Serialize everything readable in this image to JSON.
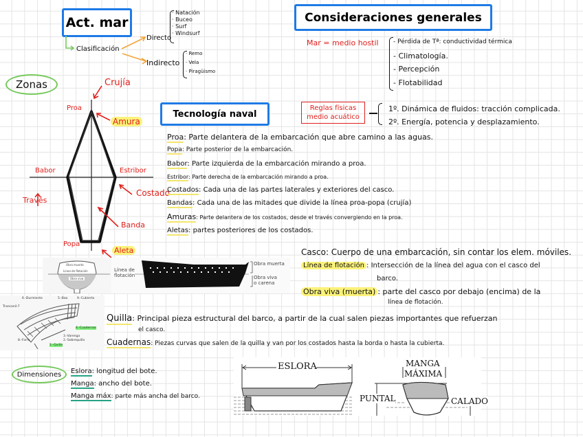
{
  "act_mar": {
    "title": "Act. mar",
    "clasificacion": "Clasificación",
    "directo": {
      "label": "Directo",
      "items": [
        "· Natación",
        "· Buceo",
        "· Surf",
        "· Windsurf"
      ]
    },
    "indirecto": {
      "label": "Indirecto",
      "items": [
        "· Remo",
        "· Vela",
        "· Piragüismo"
      ]
    }
  },
  "consideraciones": {
    "title": "Consideraciones generales",
    "mar_label": "Mar = medio hostil",
    "items": [
      "- Pérdida de Tª: conductividad térmica",
      "- Climatología.",
      "- Percepción",
      "- Flotabilidad"
    ],
    "reglas_label_1": "Reglas físicas",
    "reglas_label_2": "medio acuático",
    "reglas": [
      "1º. Dinámica de fluidos: tracción complicada.",
      "2º. Energía, potencia y desplazamiento."
    ]
  },
  "zonas": {
    "label": "Zonas",
    "diagram_labels": {
      "crujia": "Crujía",
      "proa": "Proa",
      "amura": "Amura",
      "babor": "Babor",
      "estribor": "Estribor",
      "traves": "Través",
      "costado": "Costado",
      "banda": "Banda",
      "popa": "Popa",
      "aleta": "Aleta"
    }
  },
  "tecnologia": {
    "title": "Tecnología naval",
    "definitions": [
      {
        "term": "Proa",
        "text": ": Parte delantera de la embarcación que abre camino a las aguas."
      },
      {
        "term": "Popa",
        "text": ": Parte posterior de la embarcación."
      },
      {
        "term": "Babor",
        "text": ": Parte izquierda de la embarcación mirando a proa."
      },
      {
        "term": "Estribor",
        "text": ": Parte derecha de la embarcación mirando a proa."
      },
      {
        "term": "Costados",
        "text": ": Cada una de las partes laterales y exteriores del casco."
      },
      {
        "term": "Bandas",
        "text": ": Cada una de las mitades que divide la línea proa-popa (crujía)"
      },
      {
        "term": "Amuras",
        "text": ": Parte delantera de los costados, desde el través convergiendo en la proa."
      },
      {
        "term": "Aletas",
        "text": ": partes posteriores de los costados."
      }
    ]
  },
  "flotacion_figure": {
    "cross_section": {
      "obra_muerta": "Obra muerta",
      "linea": "Línea de flotación",
      "obra_viva": "Obra viva"
    },
    "side_label_1": "Línea de",
    "side_label_2": "flotación",
    "right_label_1": "Obra muerta",
    "right_label_2": "Obra viva",
    "right_label_3": "o carena"
  },
  "casco": {
    "items": [
      {
        "term": "Casco",
        "text": ": Cuerpo de una embarcación, sin contar los elem. móviles."
      },
      {
        "term": "Línea de flotación",
        "text": ": Intersección de la línea del agua con el casco del",
        "cont": "barco."
      },
      {
        "term": "Obra viva (muerta)",
        "text": ": parte del casco por debajo (encima) de la",
        "cont": "línea de flotación."
      }
    ]
  },
  "estructura_figure": {
    "labels": [
      "6.-Durmiente",
      "5.-Bao",
      "9.-Cubierta",
      "Trancanil-7",
      "4.-Cuadernas",
      "3.-Varenga",
      "2.-Sobrequilla",
      "8.-Forro",
      "1.-Quilla"
    ]
  },
  "piezas": {
    "items": [
      {
        "term": "Quilla",
        "text": ": Principal pieza estructural del barco, a partir de la cual salen piezas importantes que refuerzan",
        "cont": "el casco."
      },
      {
        "term": "Cuadernas",
        "text": ": Piezas curvas que salen de la quilla y van por los costados hasta la borda o hasta la cubierta."
      }
    ]
  },
  "dimensiones": {
    "label": "Dimensiones",
    "items": [
      {
        "term": "Eslora",
        "text": ": longitud del bote."
      },
      {
        "term": "Manga",
        "text": ": ancho del bote."
      },
      {
        "term": "Manga máx",
        "text": ": parte más ancha del barco."
      }
    ],
    "figure": {
      "eslora": "ESLORA",
      "manga": "MANGA",
      "maxima": "MÁXIMA",
      "puntal": "PUNTAL",
      "calado": "CALADO"
    }
  },
  "colors": {
    "title_border": "#1e7ae6",
    "red": "#e0201c",
    "highlight_yellow": "#fbf27a",
    "oval_green": "#74c95a",
    "arrow_orange": "#f3a43a",
    "underline_teal": "#26a386"
  }
}
